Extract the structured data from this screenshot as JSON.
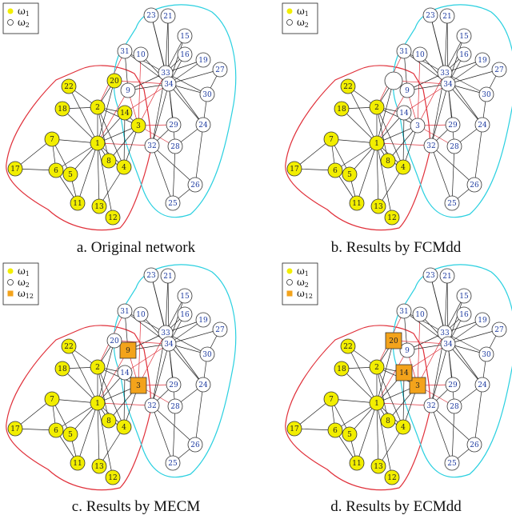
{
  "colors": {
    "omega1": "#f2ee00",
    "omega2": "#ffffff",
    "omega12": "#f3a31b",
    "edge": "#222222",
    "cross_edge": "#e0303a",
    "boundary1": "#e0303a",
    "boundary2": "#2ad0e0",
    "label1": "#222222",
    "label2": "#1c3aa0"
  },
  "legend": {
    "omega1_sym": "ω",
    "omega1_sub": "1",
    "omega2_sym": "ω",
    "omega2_sub": "2",
    "omega12_sym": "ω",
    "omega12_sub": "12"
  },
  "edges": [
    [
      1,
      2
    ],
    [
      1,
      3
    ],
    [
      1,
      4
    ],
    [
      1,
      5
    ],
    [
      1,
      6
    ],
    [
      1,
      7
    ],
    [
      1,
      8
    ],
    [
      1,
      9
    ],
    [
      1,
      11
    ],
    [
      1,
      12
    ],
    [
      1,
      13
    ],
    [
      1,
      14
    ],
    [
      1,
      18
    ],
    [
      1,
      20
    ],
    [
      1,
      22
    ],
    [
      1,
      32
    ],
    [
      2,
      3
    ],
    [
      2,
      4
    ],
    [
      2,
      8
    ],
    [
      2,
      14
    ],
    [
      2,
      18
    ],
    [
      2,
      20
    ],
    [
      2,
      22
    ],
    [
      2,
      31
    ],
    [
      3,
      4
    ],
    [
      3,
      8
    ],
    [
      3,
      9
    ],
    [
      3,
      10
    ],
    [
      3,
      14
    ],
    [
      3,
      28
    ],
    [
      3,
      29
    ],
    [
      3,
      33
    ],
    [
      4,
      8
    ],
    [
      4,
      13
    ],
    [
      4,
      14
    ],
    [
      5,
      7
    ],
    [
      5,
      11
    ],
    [
      6,
      7
    ],
    [
      6,
      11
    ],
    [
      6,
      17
    ],
    [
      7,
      17
    ],
    [
      9,
      31
    ],
    [
      9,
      33
    ],
    [
      9,
      34
    ],
    [
      10,
      34
    ],
    [
      14,
      34
    ],
    [
      15,
      33
    ],
    [
      15,
      34
    ],
    [
      16,
      33
    ],
    [
      16,
      34
    ],
    [
      19,
      33
    ],
    [
      19,
      34
    ],
    [
      20,
      34
    ],
    [
      21,
      33
    ],
    [
      21,
      34
    ],
    [
      23,
      33
    ],
    [
      23,
      34
    ],
    [
      24,
      26
    ],
    [
      24,
      28
    ],
    [
      24,
      30
    ],
    [
      24,
      33
    ],
    [
      24,
      34
    ],
    [
      25,
      26
    ],
    [
      25,
      28
    ],
    [
      25,
      32
    ],
    [
      26,
      32
    ],
    [
      27,
      30
    ],
    [
      27,
      34
    ],
    [
      28,
      34
    ],
    [
      29,
      32
    ],
    [
      29,
      34
    ],
    [
      30,
      33
    ],
    [
      30,
      34
    ],
    [
      31,
      33
    ],
    [
      31,
      34
    ],
    [
      32,
      33
    ],
    [
      32,
      34
    ],
    [
      33,
      34
    ]
  ],
  "panels": [
    {
      "caption": "a. Original network",
      "legend_items": [
        "omega1",
        "omega2"
      ],
      "omega1": [
        1,
        2,
        3,
        4,
        5,
        6,
        7,
        8,
        11,
        12,
        13,
        14,
        17,
        18,
        20,
        22
      ],
      "omega12": [],
      "hollow": []
    },
    {
      "caption": "b. Results by FCMdd",
      "legend_items": [
        "omega1",
        "omega2"
      ],
      "omega1": [
        1,
        2,
        4,
        5,
        6,
        7,
        8,
        11,
        12,
        13,
        17,
        18,
        22
      ],
      "omega12": [],
      "hollow": [
        20
      ]
    },
    {
      "caption": "c. Results by MECM",
      "legend_items": [
        "omega1",
        "omega2",
        "omega12"
      ],
      "omega1": [
        1,
        2,
        4,
        5,
        6,
        7,
        8,
        11,
        12,
        13,
        17,
        18,
        22
      ],
      "omega12": [
        3,
        9
      ],
      "hollow": []
    },
    {
      "caption": "d. Results by ECMdd",
      "legend_items": [
        "omega1",
        "omega2",
        "omega12"
      ],
      "omega1": [
        1,
        2,
        4,
        5,
        6,
        7,
        8,
        11,
        12,
        13,
        17,
        18,
        22
      ],
      "omega12": [
        3,
        14,
        20
      ],
      "hollow": []
    }
  ]
}
